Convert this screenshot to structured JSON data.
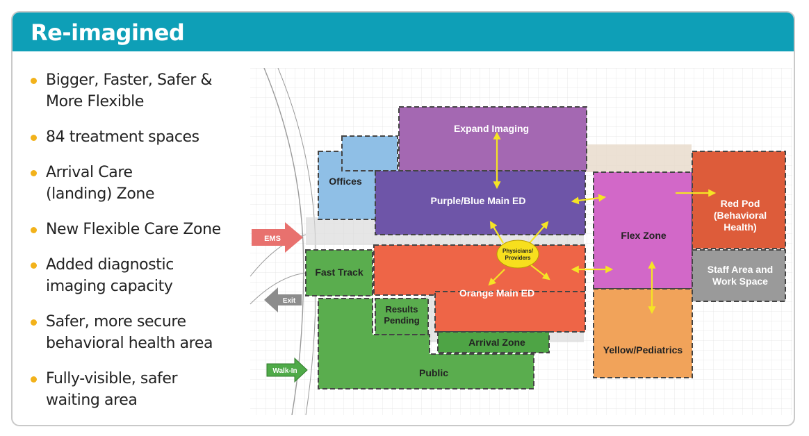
{
  "header": {
    "title": "Re-imagined"
  },
  "bullets": [
    "Bigger, Faster, Safer & More Flexible",
    "84 treatment spaces",
    "Arrival Care (landing) Zone",
    "New Flexible Care Zone",
    "Added diagnostic imaging capacity",
    "Safer, more secure behavioral health area",
    "Fully-visible, safer waiting area"
  ],
  "zones": {
    "expand_imaging": {
      "label": "Expand Imaging",
      "color": "#a468b2"
    },
    "offices": {
      "label": "Offices",
      "color": "#8fbfe6"
    },
    "purple_blue": {
      "label": "Purple/Blue Main ED",
      "color": "#6e55a8"
    },
    "flex": {
      "label": "Flex Zone",
      "color": "#d268c8"
    },
    "red_pod": {
      "label": "Red Pod (Behavioral Health)",
      "line1": "Red Pod",
      "line2": "(Behavioral",
      "line3": "Health)",
      "color": "#dd5c3a"
    },
    "staff": {
      "label": "Staff Area and Work Space",
      "line1": "Staff Area and",
      "line2": "Work Space",
      "color": "#9a9a9a"
    },
    "fast_track": {
      "label": "Fast Track",
      "color": "#5aad4e"
    },
    "orange": {
      "label": "Orange Main ED",
      "color": "#ee6547"
    },
    "results": {
      "label": "Results Pending",
      "line1": "Results",
      "line2": "Pending",
      "color": "#5aad4e"
    },
    "arrival": {
      "label": "Arrival Zone",
      "color": "#4ea445"
    },
    "public": {
      "label": "Public",
      "color": "#5aad4e"
    },
    "yellow": {
      "label": "Yellow/Pediatrics",
      "color": "#f1a35a"
    }
  },
  "hub": {
    "line1": "Physicians/",
    "line2": "Providers",
    "color": "#f7df1e"
  },
  "entrances": {
    "ems": {
      "label": "EMS",
      "color": "#e8716e"
    },
    "exit": {
      "label": "Exit",
      "color": "#8c8c8c"
    },
    "walkin": {
      "label": "Walk-In",
      "color": "#4faa48"
    }
  }
}
